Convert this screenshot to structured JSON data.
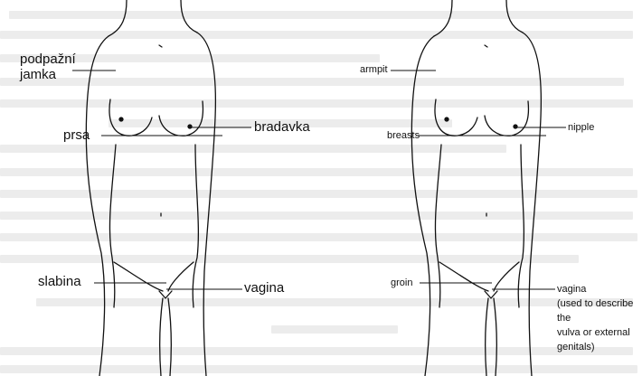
{
  "labels_cz": {
    "armpit": "podpažní\njamka",
    "breasts": "prsa",
    "nipple": "bradavka",
    "groin": "slabina",
    "vagina": "vagina"
  },
  "labels_en": {
    "armpit": "armpit",
    "breasts": "breasts",
    "nipple": "nipple",
    "groin": "groin",
    "vagina": "vagina\n(used to describe the\nvulva or external\ngenitals)"
  },
  "colors": {
    "ink": "#111111",
    "background_text": "#ececec"
  }
}
